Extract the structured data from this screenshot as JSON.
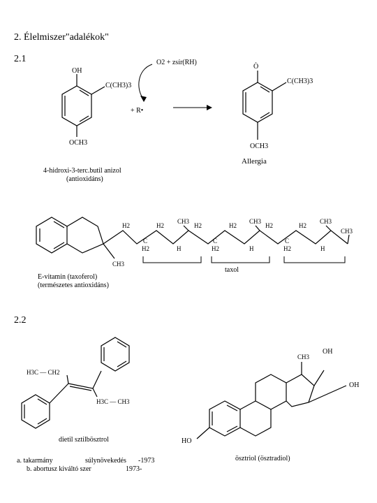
{
  "title": "2. Élelmiszer\"adalékok\"",
  "section_1": "2.1",
  "section_2": "2.2",
  "reaction": {
    "oh_label": "OH",
    "tbutyl_label": "C(CH3)3",
    "och3_label": "OCH3",
    "reagents_label": "O2 + zsír(RH)",
    "plus_radical": "+ R•",
    "product_o_label": "Ȯ",
    "product_tbutyl_label": "C(CH3)3",
    "product_och3_label": "OCH3",
    "product_name": "Allergia",
    "reactant_name_line1": "4-hidroxi-3-terc.butil anizol",
    "reactant_name_line2": "(antioxidáns)"
  },
  "vitamin_e": {
    "ch3_ring": "CH3",
    "h2_top_labels": [
      "H2",
      "H2",
      "H2",
      "H2",
      "H2"
    ],
    "ch3_chain_labels": [
      "CH3",
      "CH3",
      "CH3"
    ],
    "ch_labels": [
      "C",
      "C",
      "C"
    ],
    "h2_bottom_labels": [
      "H2",
      "H2",
      "H2"
    ],
    "h_labels": [
      "H",
      "H",
      "H"
    ],
    "end_ch3": "CH3",
    "taxol_label": "taxol",
    "name_line1": "E-vitamin (taxoferol)",
    "name_line2": "(természetes antioxidáns)"
  },
  "stilbestrol": {
    "h3c_ch2_top": "H3C — CH2",
    "h3c_ch2_bottom": "H3C — CH3",
    "name": "dietil sztilbösztrol",
    "use_a_label": "a. takarmány",
    "use_a_value": "súlynövekedés",
    "use_a_year": "-1973",
    "use_b_label": "b. abortusz kiváltó szer",
    "use_b_year": "1973-"
  },
  "estriol": {
    "ch3_label": "CH3",
    "oh_top": "OH",
    "oh_right": "OH",
    "ho_left": "HO",
    "name": "ösztriol (ösztradiol)"
  }
}
